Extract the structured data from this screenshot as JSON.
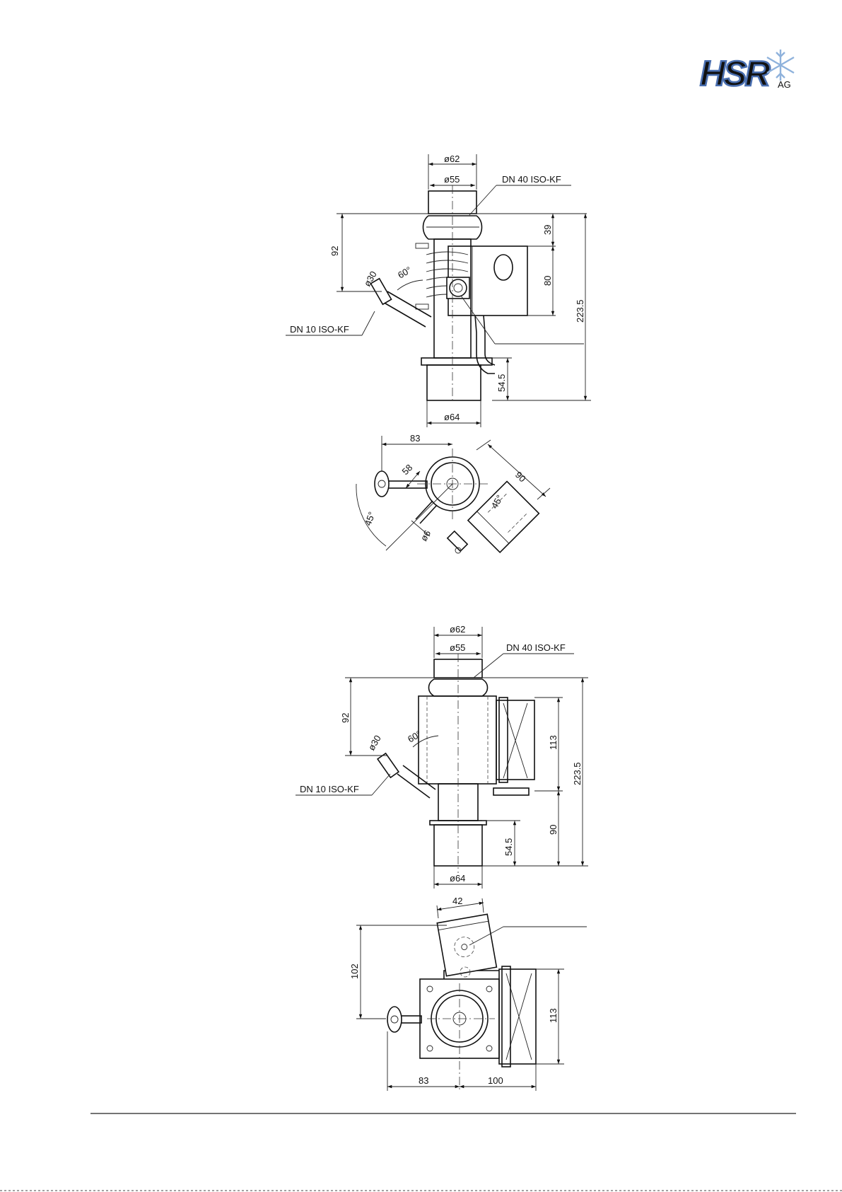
{
  "logo": {
    "text": "HSR",
    "suffix": "AG",
    "brand_color": "#4a6fb0"
  },
  "view1": {
    "d_outer": "ø62",
    "d_inner": "ø55",
    "flange_top": "DN 40 ISO-KF",
    "h_total": "92",
    "d_port": "ø30",
    "angle_port": "60°",
    "flange_side": "DN 10 ISO-KF",
    "h_top": "39",
    "h_box": "80",
    "h_overall": "223.5",
    "h_bottom": "54.5",
    "d_base": "ø64"
  },
  "view2": {
    "d_offset": "83",
    "d_port_len": "58",
    "d_diag": "90",
    "angle_a": "45°",
    "angle_b": "45°",
    "d_tube": "ø6"
  },
  "view3": {
    "d_outer": "ø62",
    "d_inner": "ø55",
    "flange_top": "DN 40 ISO-KF",
    "h_total": "92",
    "d_port": "ø30",
    "angle_port": "60°",
    "flange_side": "DN 10 ISO-KF",
    "h_box": "113",
    "h_overall": "223.5",
    "h_lower": "90",
    "h_bottom": "54.5",
    "d_base": "ø64"
  },
  "view4": {
    "w_top": "42",
    "h_side": "102",
    "h_box": "113",
    "d_left": "83",
    "d_right": "100"
  }
}
